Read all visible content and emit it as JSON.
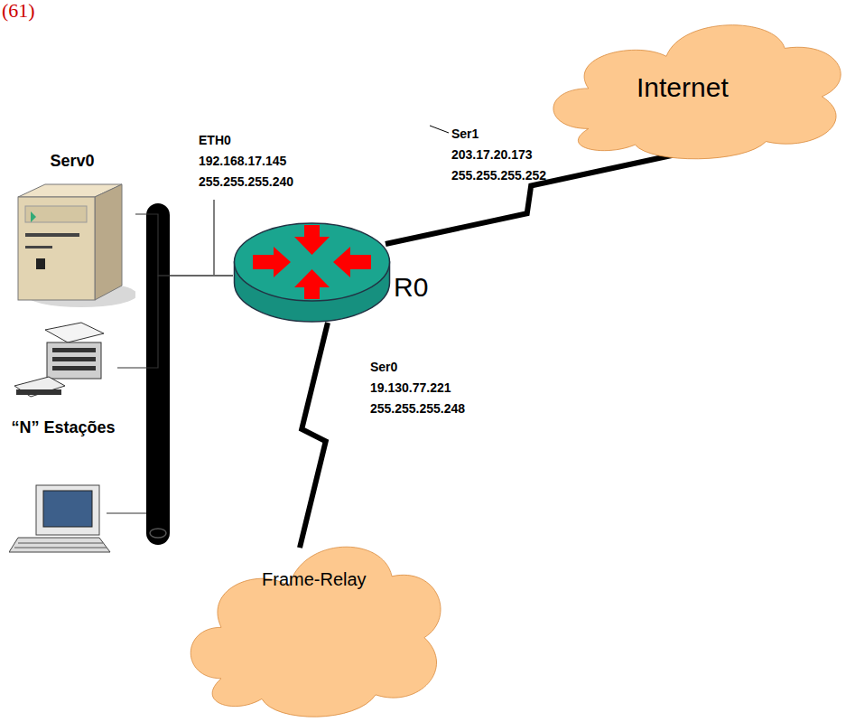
{
  "diagram": {
    "nodes": [
      {
        "text": [
          "Serv0"
        ]
      },
      {
        "text": [
          "“N” Estações"
        ]
      },
      {
        "text": [
          "R0"
        ]
      },
      {
        "text": [
          "Internet"
        ]
      },
      {
        "text": [
          "Frame-Relay"
        ]
      }
    ],
    "edges": [
      {
        "from": 0,
        "to": 2,
        "arrow": "none"
      },
      {
        "from": 1,
        "to": 2,
        "arrow": "none"
      },
      {
        "from": 2,
        "to": 3,
        "arrow": "none"
      },
      {
        "from": 2,
        "to": 4,
        "arrow": "none"
      }
    ],
    "labels": [
      "(61)",
      "ETH0",
      "192.168.17.145",
      "255.255.255.240",
      "Ser1",
      "203.17.20.173",
      "255.255.255.252",
      "Ser0",
      "19.130.77.221",
      "255.255.255.248"
    ]
  }
}
